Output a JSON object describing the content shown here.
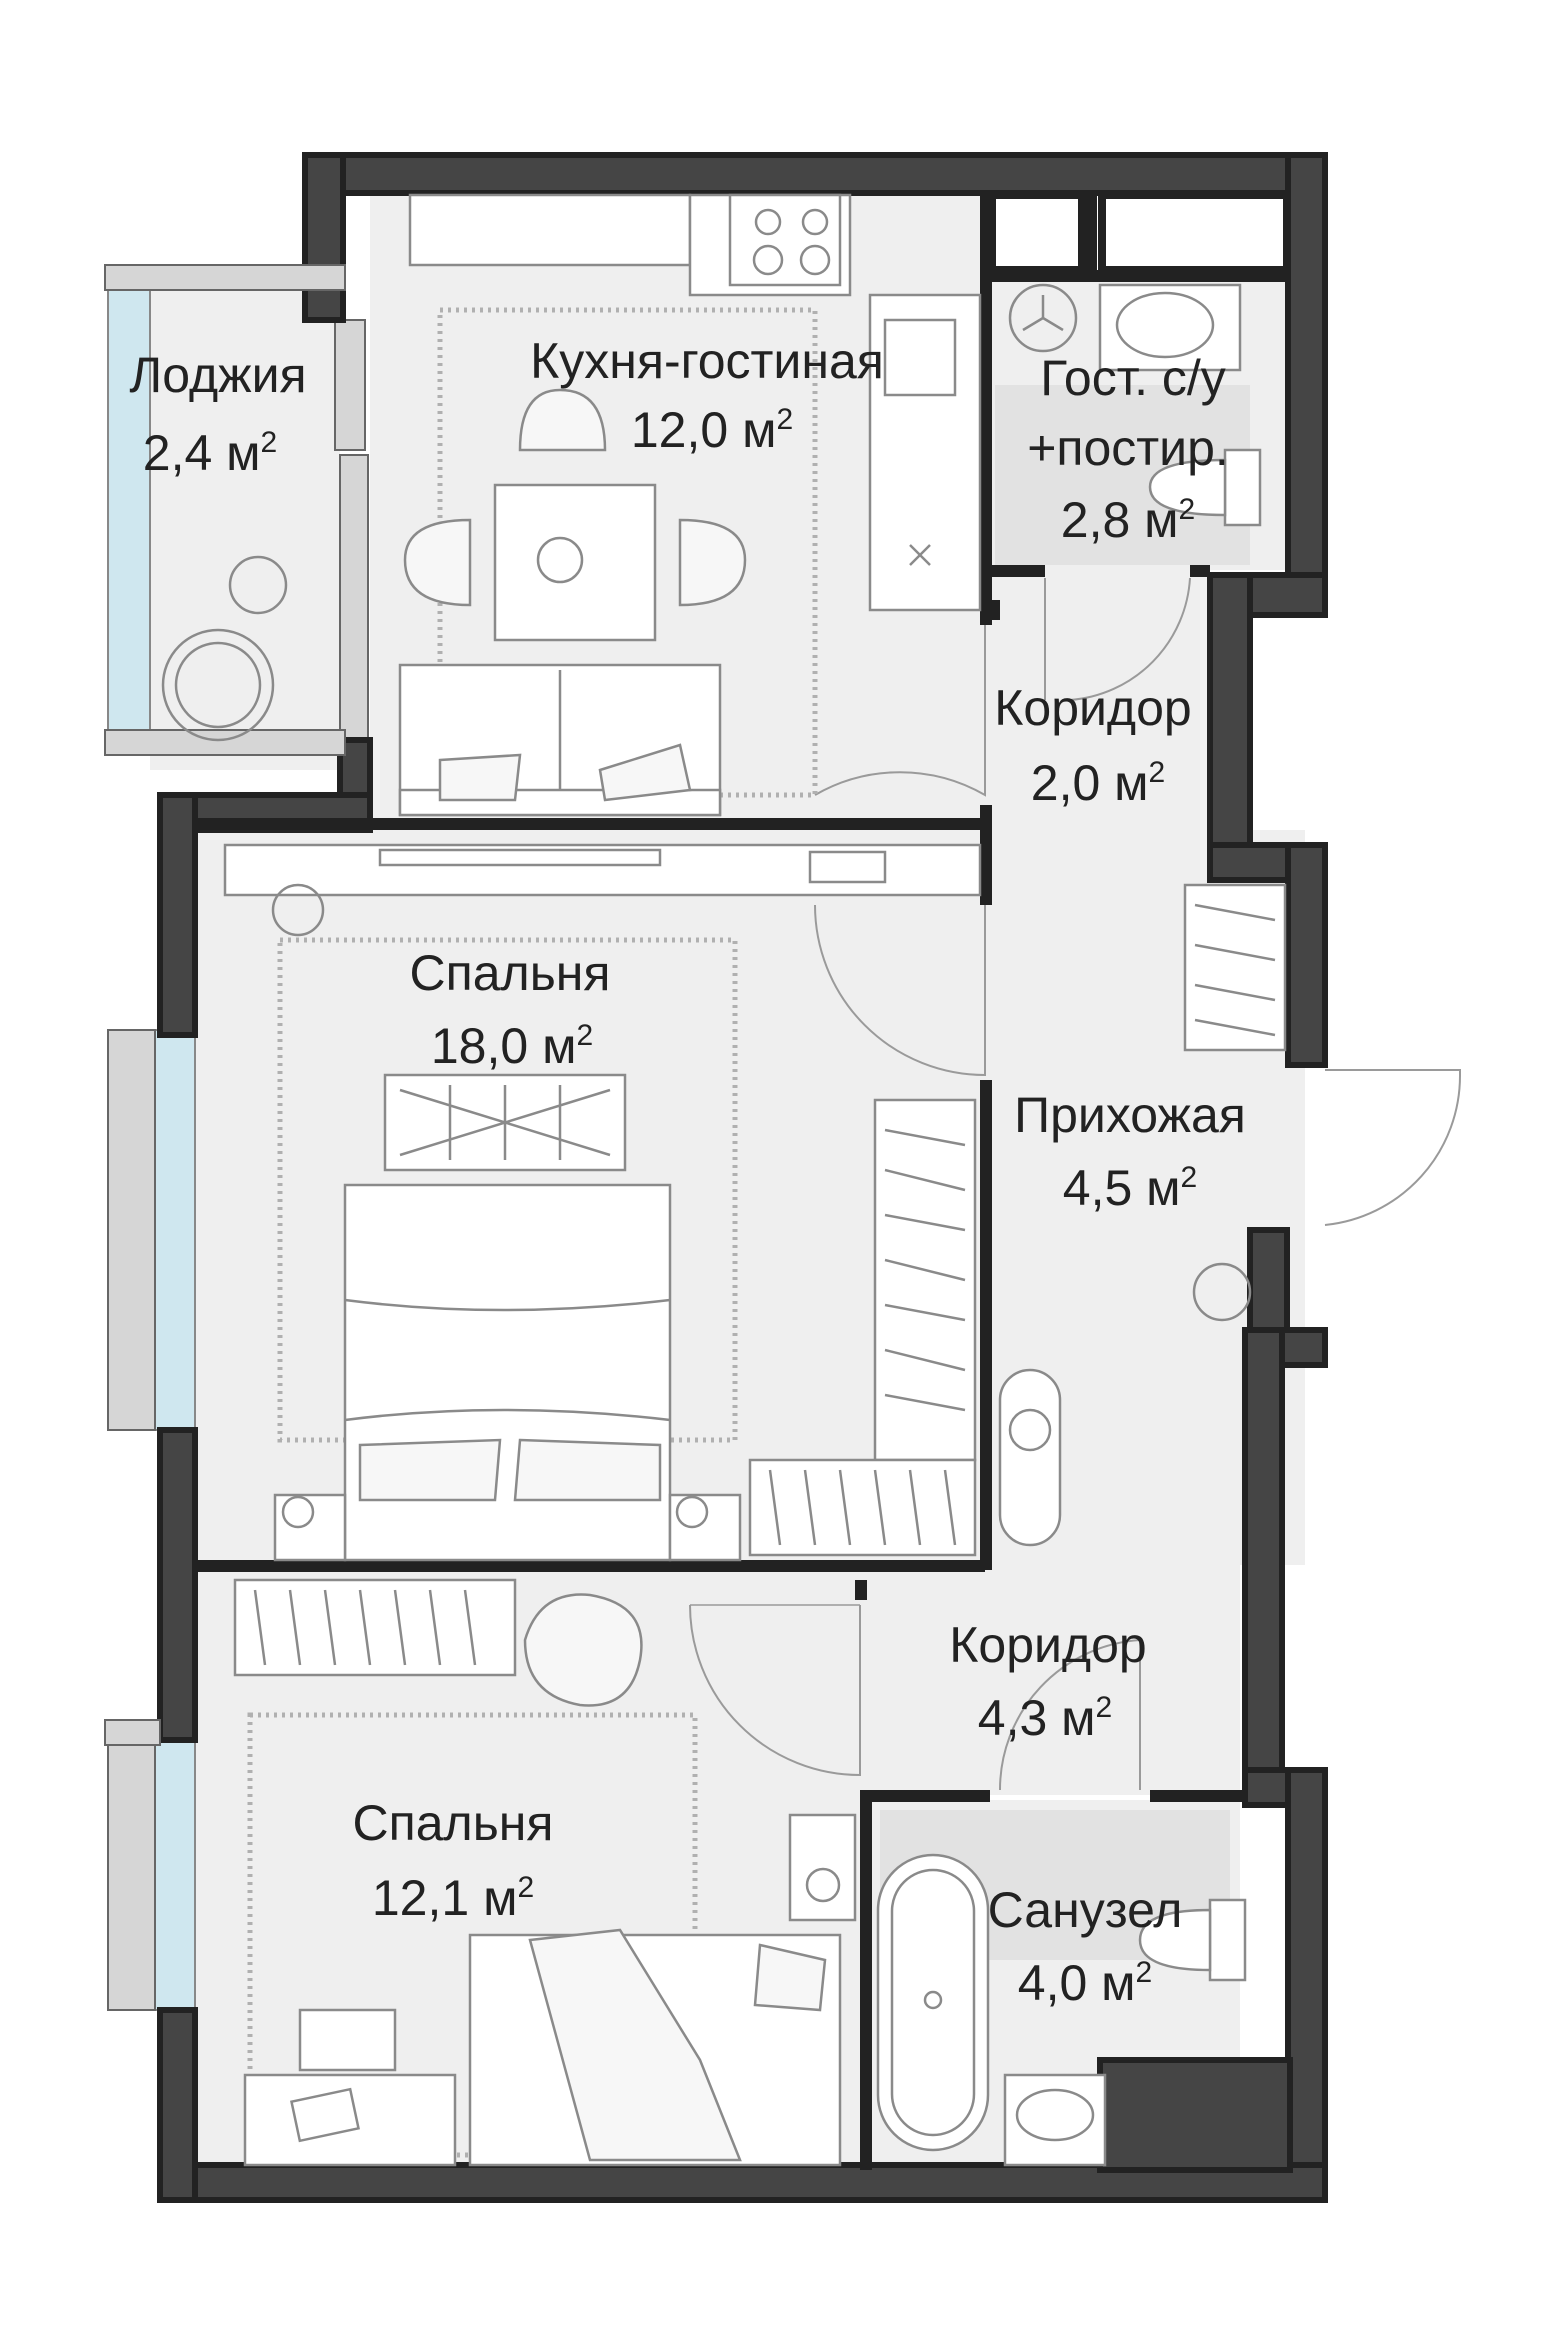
{
  "rooms": {
    "loggia": {
      "name": "Лоджия",
      "area": "2,4 м",
      "unit_exp": "2"
    },
    "kitchen": {
      "name": "Кухня-гостиная",
      "area": "12,0 м",
      "unit_exp": "2"
    },
    "guest_wc": {
      "name_line1": "Гост. с/у",
      "name_line2": "+постир.",
      "area": "2,8 м",
      "unit_exp": "2"
    },
    "corridor_top": {
      "name": "Коридор",
      "area": "2,0 м",
      "unit_exp": "2"
    },
    "bedroom_large": {
      "name": "Спальня",
      "area": "18,0 м",
      "unit_exp": "2"
    },
    "hallway": {
      "name": "Прихожая",
      "area": "4,5 м",
      "unit_exp": "2"
    },
    "corridor_bottom": {
      "name": "Коридор",
      "area": "4,3 м",
      "unit_exp": "2"
    },
    "bedroom_small": {
      "name": "Спальня",
      "area": "12,1 м",
      "unit_exp": "2"
    },
    "bathroom": {
      "name": "Санузел",
      "area": "4,0 м",
      "unit_exp": "2"
    }
  },
  "colors": {
    "wall": "#454545",
    "floor": "#efefef",
    "glass": "#cfe7ef",
    "furniture_stroke": "#8a8a8a"
  }
}
